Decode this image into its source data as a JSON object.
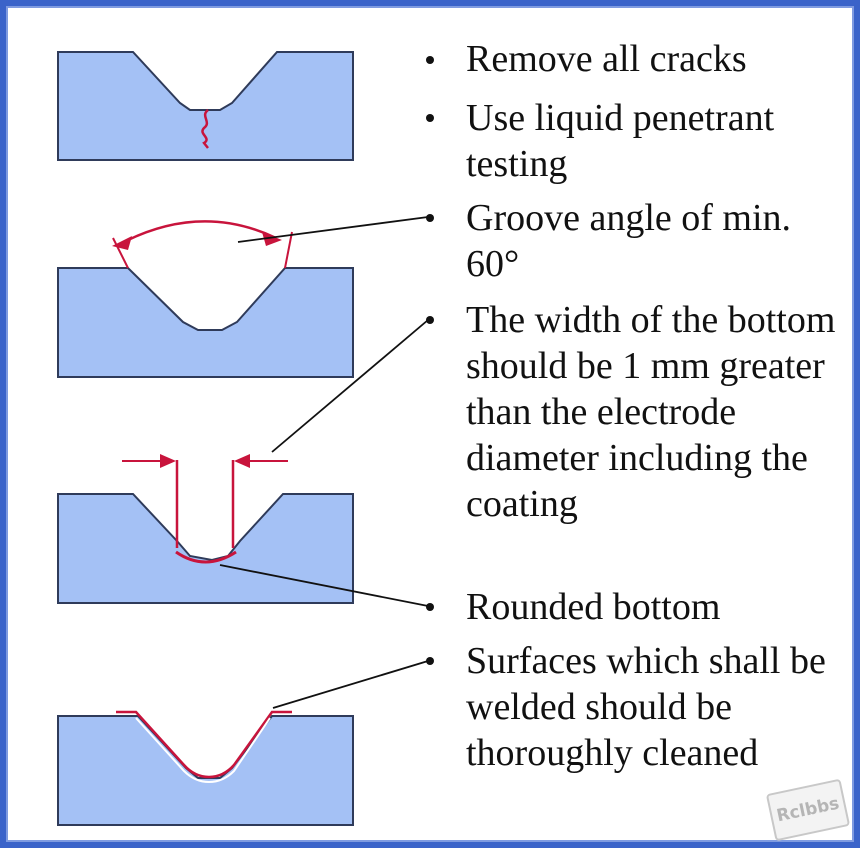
{
  "bullets": [
    {
      "text": "Remove all cracks"
    },
    {
      "text": "Use liquid penetrant testing"
    },
    {
      "text": "Groove angle of min. 60°"
    },
    {
      "text": "The width of the bottom should be 1 mm greater than the electrode diameter including the coating"
    },
    {
      "text": "Rounded bottom"
    },
    {
      "text": "Surfaces which shall be welded should be thoroughly cleaned"
    }
  ],
  "watermark": "Rclbbs",
  "colors": {
    "plate_fill": "#a4c1f5",
    "plate_stroke": "#2f3b5a",
    "annotation": "#c8143c",
    "leader": "#111111",
    "frame": "#3a63c9"
  }
}
